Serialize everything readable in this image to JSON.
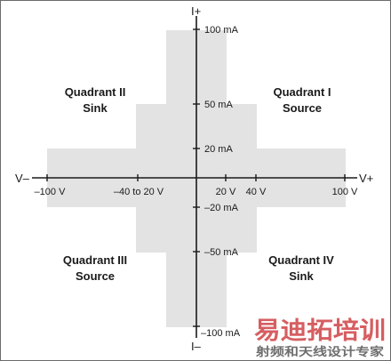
{
  "axes": {
    "i_plus": "I+",
    "i_minus": "I–",
    "v_plus": "V+",
    "v_minus": "V–"
  },
  "current_ticks": {
    "pos_100": "100 mA",
    "pos_50": "50 mA",
    "pos_20": "20 mA",
    "neg_20": "–20 mA",
    "neg_50": "–50 mA",
    "neg_100": "–100 mA"
  },
  "voltage_ticks": {
    "neg_100": "–100 V",
    "neg_40_20": "–40 to 20 V",
    "pos_20": "20 V",
    "pos_40": "40 V",
    "pos_100": "100 V"
  },
  "quadrants": {
    "q1": {
      "name": "Quadrant I",
      "mode": "Source"
    },
    "q2": {
      "name": "Quadrant II",
      "mode": "Sink"
    },
    "q3": {
      "name": "Quadrant III",
      "mode": "Source"
    },
    "q4": {
      "name": "Quadrant IV",
      "mode": "Sink"
    }
  },
  "watermark": {
    "title": "易迪拓培训",
    "subtitle": "射频和天线设计专家"
  },
  "colors": {
    "region_fill": "#e3e3e3",
    "axis": "#1a1a1a",
    "watermark_red": "#c8282c"
  }
}
